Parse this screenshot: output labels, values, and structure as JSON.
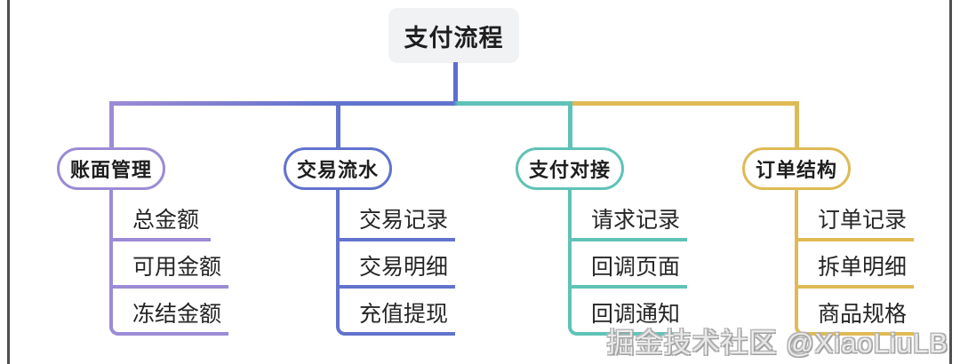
{
  "diagram": {
    "root_label": "支付流程",
    "connector_colors": {
      "purple": "#9c8bd5",
      "blue": "#6273cd",
      "teal": "#60c2b7",
      "gold": "#dfba55"
    },
    "branches": [
      {
        "label": "账面管理",
        "color": "#9c8bd5",
        "children": [
          "总金额",
          "可用金额",
          "冻结金额"
        ]
      },
      {
        "label": "交易流水",
        "color": "#6273cd",
        "children": [
          "交易记录",
          "交易明细",
          "充值提现"
        ]
      },
      {
        "label": "支付对接",
        "color": "#60c2b7",
        "children": [
          "请求记录",
          "回调页面",
          "回调通知"
        ]
      },
      {
        "label": "订单结构",
        "color": "#dfba55",
        "children": [
          "订单记录",
          "拆单明细",
          "商品规格"
        ]
      }
    ]
  },
  "watermark": "掘金技术社区 @XiaoLiuLB"
}
